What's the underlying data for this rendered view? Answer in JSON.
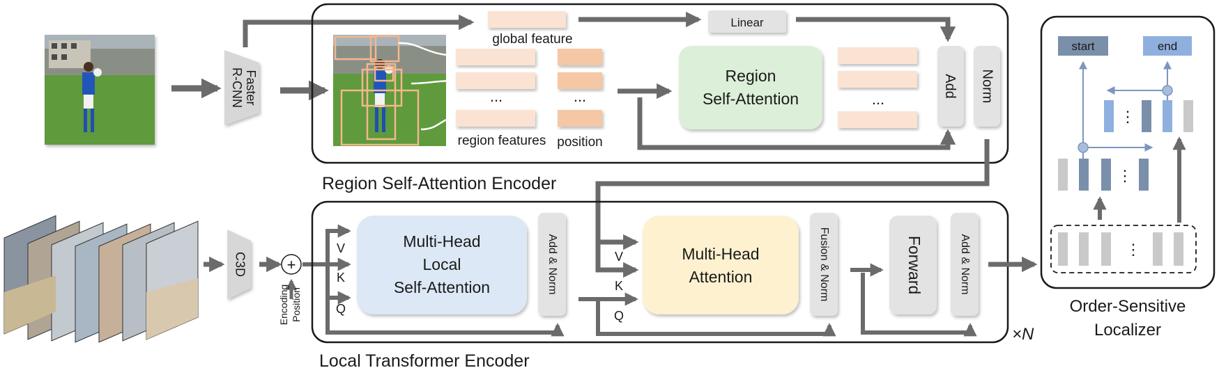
{
  "region_encoder": {
    "title": "Region Self-Attention Encoder",
    "detector_label": [
      "Faster",
      "R-CNN"
    ],
    "global_feature": "global feature",
    "region_features": "region features",
    "position": "position",
    "ellipsis": "...",
    "linear": "Linear",
    "attention_label": [
      "Region",
      "Self-Attention"
    ],
    "add": "Add",
    "norm": "Norm"
  },
  "local_encoder": {
    "title": "Local Transformer Encoder",
    "c3d": "C3D",
    "plus": "+",
    "position_encoding": [
      "Position",
      "Encoding"
    ],
    "v": "V",
    "k": "K",
    "q": "Q",
    "local_attention_label": [
      "Multi-Head",
      "Local",
      "Self-Attention"
    ],
    "add_norm": "Add & Norm",
    "multihead_label": [
      "Multi-Head",
      "Attention"
    ],
    "fusion_norm": "Fusion & Norm",
    "forward": "Forward",
    "repeat": "×N"
  },
  "localizer": {
    "title": [
      "Order-Sensitive",
      "Localizer"
    ],
    "start": "start",
    "end": "end",
    "dots": "⋮"
  },
  "colors": {
    "arrow": "#6b6b6b",
    "frame": "#1a1a1a",
    "region_feature": "#fbe3d3",
    "position_feature": "#f5c7a5",
    "region_attention": "#dcefd8",
    "local_attention": "#dce8f5",
    "multihead_attention": "#fdf1cf",
    "norm_box": "#e3e3e3",
    "localizer_dark": "#7a8faa",
    "localizer_light": "#8fb0df",
    "localizer_gray": "#c9c9c9"
  }
}
